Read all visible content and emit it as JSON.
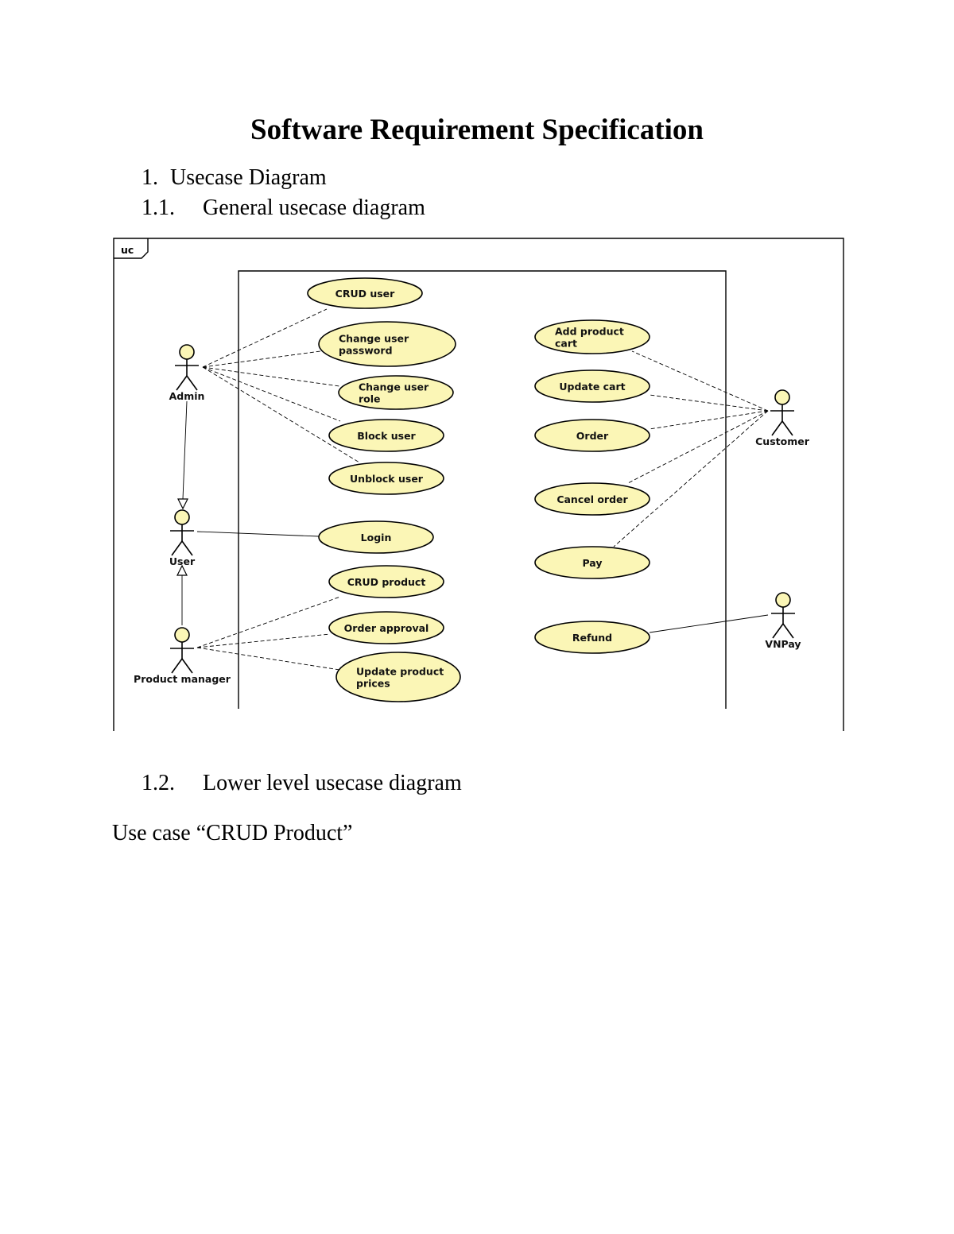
{
  "document": {
    "title": "Software Requirement Specification",
    "sections": [
      {
        "number": "1.",
        "text": "Usecase Diagram"
      },
      {
        "number": "1.1.",
        "text": "General usecase diagram"
      },
      {
        "number": "1.2.",
        "text": "Lower level usecase diagram"
      }
    ],
    "body_text": "Use case “CRUD Product”"
  },
  "diagram": {
    "frame_tag": "uc",
    "actors": [
      {
        "id": "admin",
        "name": "Admin"
      },
      {
        "id": "user",
        "name": "User"
      },
      {
        "id": "product_manager",
        "name": "Product manager"
      },
      {
        "id": "customer",
        "name": "Customer"
      },
      {
        "id": "vnpay",
        "name": "VNPay"
      }
    ],
    "use_cases": [
      {
        "id": "crud_user",
        "lines": [
          "CRUD user"
        ]
      },
      {
        "id": "change_password",
        "lines": [
          "Change user",
          "password"
        ]
      },
      {
        "id": "change_role",
        "lines": [
          "Change user",
          "role"
        ]
      },
      {
        "id": "block_user",
        "lines": [
          "Block user"
        ]
      },
      {
        "id": "unblock_user",
        "lines": [
          "Unblock user"
        ]
      },
      {
        "id": "login",
        "lines": [
          "Login"
        ]
      },
      {
        "id": "crud_product",
        "lines": [
          "CRUD product"
        ]
      },
      {
        "id": "order_approval",
        "lines": [
          "Order approval"
        ]
      },
      {
        "id": "update_prices",
        "lines": [
          "Update product",
          "prices"
        ]
      },
      {
        "id": "add_cart",
        "lines": [
          "Add product",
          "cart"
        ]
      },
      {
        "id": "update_cart",
        "lines": [
          "Update cart"
        ]
      },
      {
        "id": "order",
        "lines": [
          "Order"
        ]
      },
      {
        "id": "cancel_order",
        "lines": [
          "Cancel order"
        ]
      },
      {
        "id": "pay",
        "lines": [
          "Pay"
        ]
      },
      {
        "id": "refund",
        "lines": [
          "Refund"
        ]
      }
    ],
    "associations": [
      [
        "admin",
        "crud_user"
      ],
      [
        "admin",
        "change_password"
      ],
      [
        "admin",
        "change_role"
      ],
      [
        "admin",
        "block_user"
      ],
      [
        "admin",
        "unblock_user"
      ],
      [
        "user",
        "login"
      ],
      [
        "product_manager",
        "crud_product"
      ],
      [
        "product_manager",
        "order_approval"
      ],
      [
        "product_manager",
        "update_prices"
      ],
      [
        "customer",
        "add_cart"
      ],
      [
        "customer",
        "update_cart"
      ],
      [
        "customer",
        "order"
      ],
      [
        "customer",
        "cancel_order"
      ],
      [
        "customer",
        "pay"
      ],
      [
        "vnpay",
        "refund"
      ]
    ],
    "generalizations": [
      [
        "admin",
        "user"
      ],
      [
        "product_manager",
        "user"
      ]
    ]
  }
}
